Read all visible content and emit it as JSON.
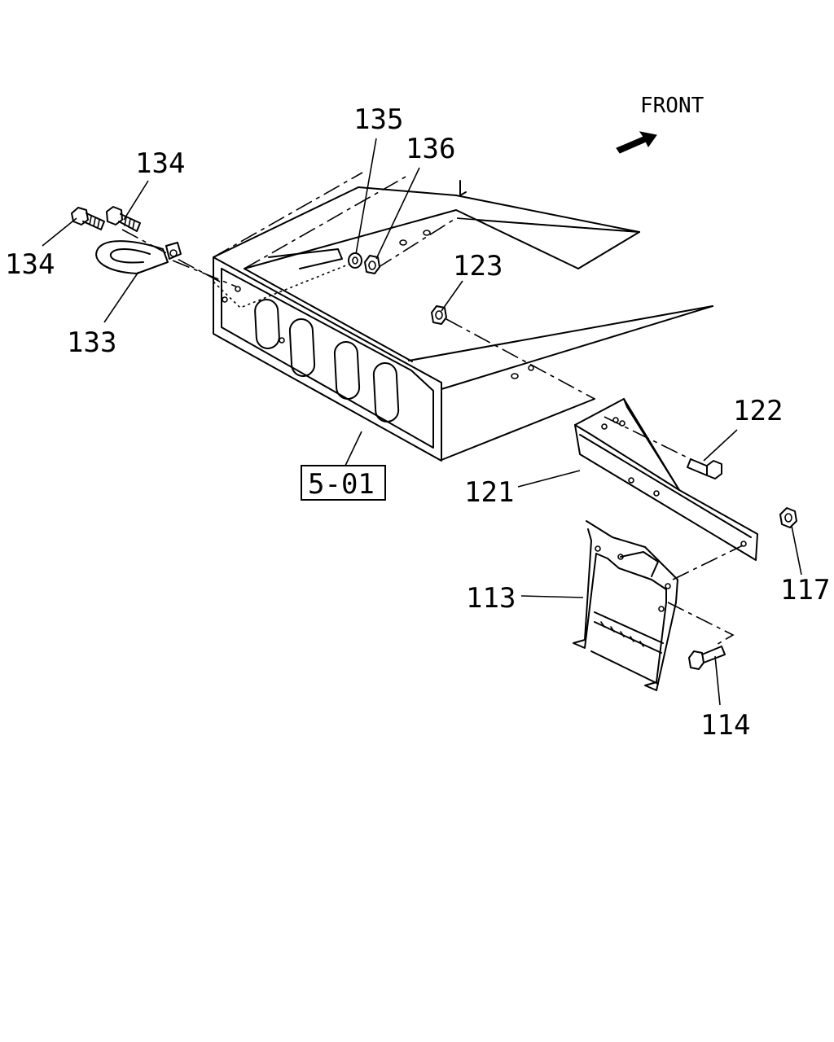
{
  "direction": {
    "label": "FRONT",
    "icon": "arrow-icon"
  },
  "callouts": [
    {
      "id": "callout-134-top",
      "text": "134"
    },
    {
      "id": "callout-134-left",
      "text": "134"
    },
    {
      "id": "callout-133",
      "text": "133"
    },
    {
      "id": "callout-135",
      "text": "135"
    },
    {
      "id": "callout-136",
      "text": "136"
    },
    {
      "id": "callout-123",
      "text": "123"
    },
    {
      "id": "callout-122",
      "text": "122"
    },
    {
      "id": "callout-121",
      "text": "121"
    },
    {
      "id": "callout-117",
      "text": "117"
    },
    {
      "id": "callout-113",
      "text": "113"
    },
    {
      "id": "callout-114",
      "text": "114"
    }
  ],
  "reference": {
    "text": "5-01"
  }
}
